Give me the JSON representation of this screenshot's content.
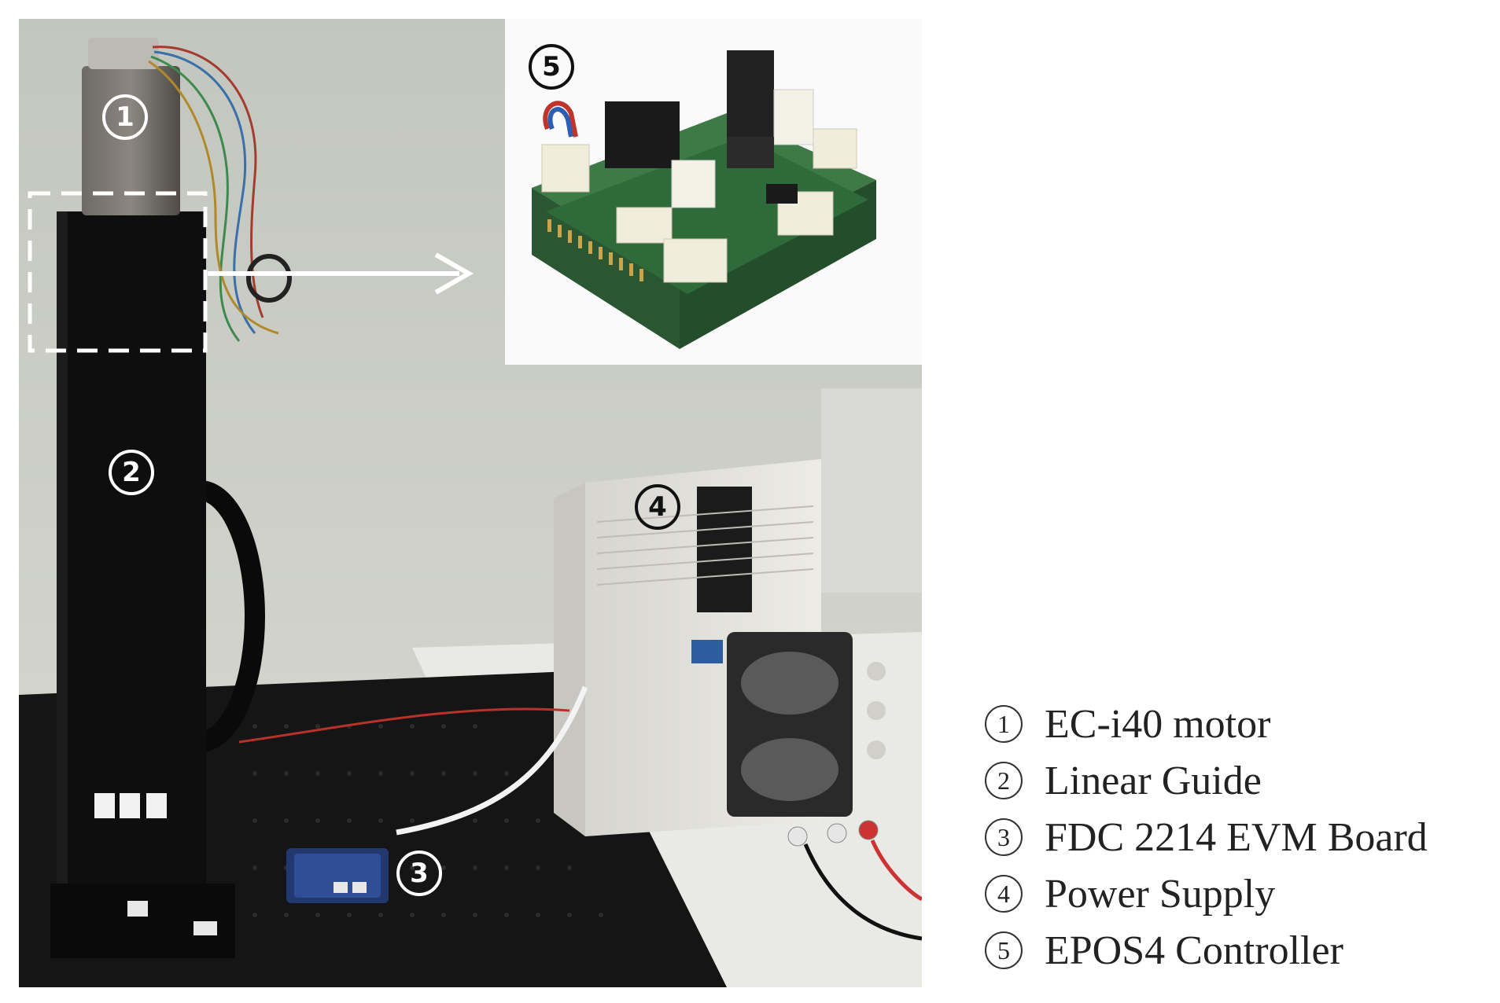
{
  "markers": {
    "m1": "1",
    "m2": "2",
    "m3": "3",
    "m4": "4",
    "m5": "5"
  },
  "legend": {
    "items": [
      {
        "num": "1",
        "label": "EC-i40 motor"
      },
      {
        "num": "2",
        "label": "Linear Guide"
      },
      {
        "num": "3",
        "label": "FDC 2214 EVM Board"
      },
      {
        "num": "4",
        "label": "Power Supply"
      },
      {
        "num": "5",
        "label": "EPOS4 Controller"
      }
    ]
  },
  "colors": {
    "wall": "#c9cbc5",
    "table": "#1a1a1a",
    "guide": "#0d0d0d",
    "pcb": "#2f6b3a",
    "supply": "#e4e3dc",
    "highlight": "#ffffff"
  }
}
